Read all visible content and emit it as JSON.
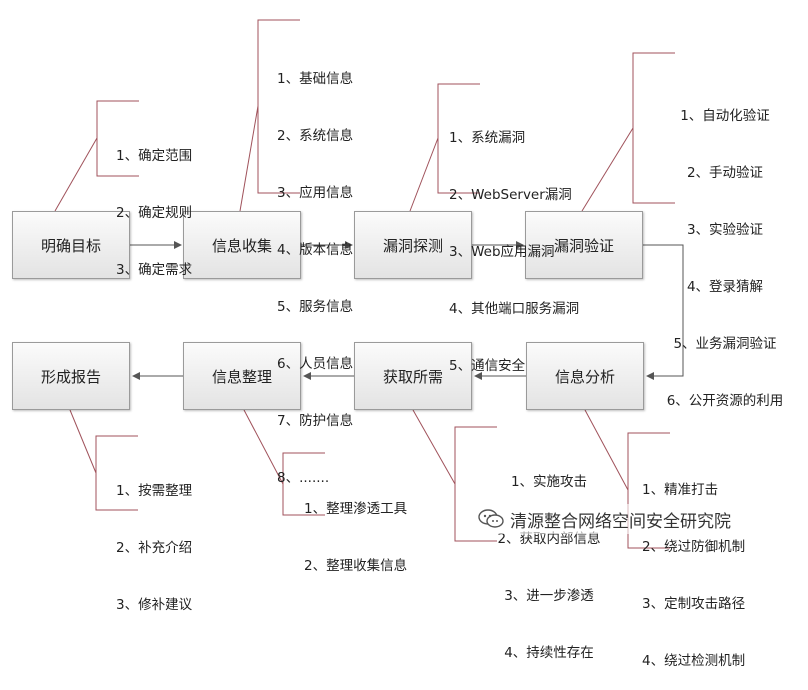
{
  "flow": {
    "top_row": [
      {
        "key": "goal",
        "label": "明确目标"
      },
      {
        "key": "info",
        "label": "信息收集"
      },
      {
        "key": "detect",
        "label": "漏洞探测"
      },
      {
        "key": "verify",
        "label": "漏洞验证"
      }
    ],
    "bottom_row": [
      {
        "key": "report",
        "label": "形成报告"
      },
      {
        "key": "organize",
        "label": "信息整理"
      },
      {
        "key": "obtain",
        "label": "获取所需"
      },
      {
        "key": "analyze",
        "label": "信息分析"
      }
    ]
  },
  "notes": {
    "goal": [
      "1、确定范围",
      "2、确定规则",
      "3、确定需求"
    ],
    "info": [
      "1、基础信息",
      "2、系统信息",
      "3、应用信息",
      "4、版本信息",
      "5、服务信息",
      "6、人员信息",
      "7、防护信息",
      "8、......."
    ],
    "detect": [
      "1、系统漏洞",
      "2、WebServer漏洞",
      "3、Web应用漏洞",
      "4、其他端口服务漏洞",
      "5、通信安全"
    ],
    "verify": [
      "1、自动化验证",
      "2、手动验证",
      "3、实验验证",
      "4、登录猜解",
      "5、业务漏洞验证",
      "6、公开资源的利用"
    ],
    "report": [
      "1、按需整理",
      "2、补充介绍",
      "3、修补建议"
    ],
    "organize": [
      "1、整理渗透工具",
      "2、整理收集信息"
    ],
    "obtain": [
      "1、实施攻击",
      "2、获取内部信息",
      "3、进一步渗透",
      "4、持续性存在"
    ],
    "analyze": [
      "1、精准打击",
      "2、绕过防御机制",
      "3、定制攻击路径",
      "4、绕过检测机制"
    ]
  },
  "watermark": {
    "text": "清源整合网络空间安全研究院",
    "icon": "wechat-icon"
  },
  "colors": {
    "box_border": "#9a9a9a",
    "arrow": "#555555",
    "callout_line": "#a0525b"
  }
}
